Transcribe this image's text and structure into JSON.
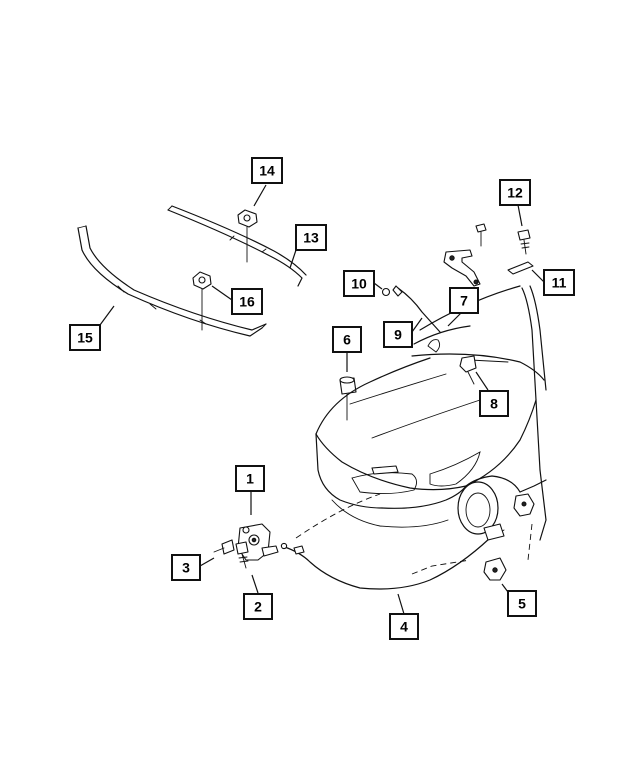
{
  "callouts": [
    {
      "id": "c1",
      "label": "1",
      "part": "hood-latch"
    },
    {
      "id": "c2",
      "label": "2",
      "part": "latch-bolt"
    },
    {
      "id": "c3",
      "label": "3",
      "part": "latch-screw"
    },
    {
      "id": "c4",
      "label": "4",
      "part": "hood-release-cable"
    },
    {
      "id": "c5",
      "label": "5",
      "part": "release-handle"
    },
    {
      "id": "c6",
      "label": "6",
      "part": "hood-bumper"
    },
    {
      "id": "c7",
      "label": "7",
      "part": "hood-prop-rod"
    },
    {
      "id": "c8",
      "label": "8",
      "part": "prop-rod-clip"
    },
    {
      "id": "c9",
      "label": "9",
      "part": "prop-rod-grommet"
    },
    {
      "id": "c10",
      "label": "10",
      "part": "grommet-plug"
    },
    {
      "id": "c11",
      "label": "11",
      "part": "seal-strip"
    },
    {
      "id": "c12",
      "label": "12",
      "part": "hinge-bolt"
    },
    {
      "id": "c13",
      "label": "13",
      "part": "cowl-seal"
    },
    {
      "id": "c14",
      "label": "14",
      "part": "seal-clip-upper"
    },
    {
      "id": "c15",
      "label": "15",
      "part": "front-hood-seal"
    },
    {
      "id": "c16",
      "label": "16",
      "part": "seal-clip-lower"
    }
  ]
}
